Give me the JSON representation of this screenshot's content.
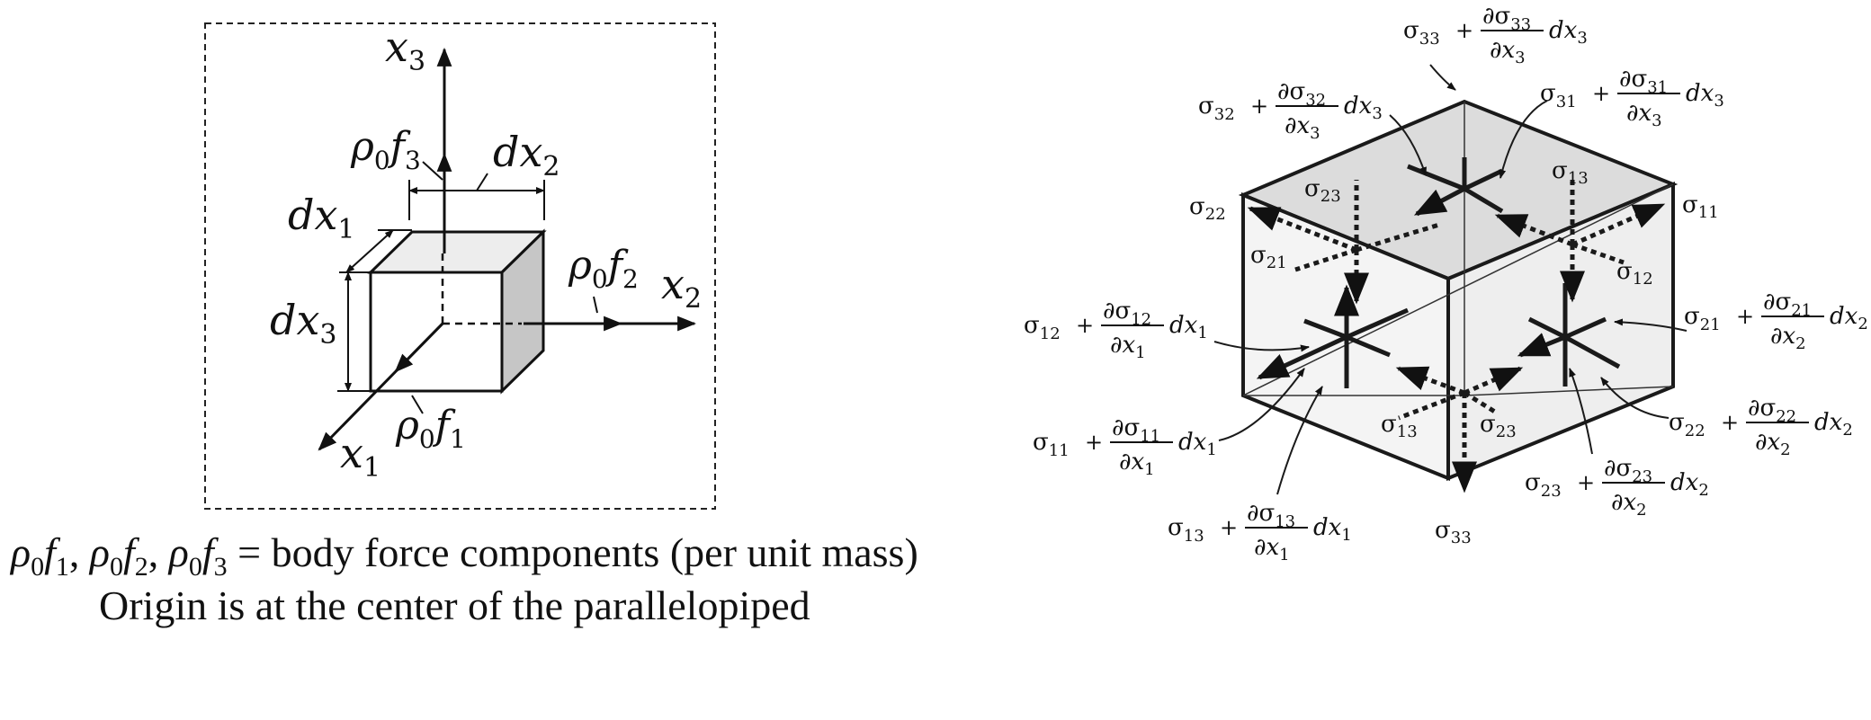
{
  "left_diagram": {
    "axes": {
      "x1": {
        "name": "x",
        "sub": "1"
      },
      "x2": {
        "name": "x",
        "sub": "2"
      },
      "x3": {
        "name": "x",
        "sub": "3"
      }
    },
    "dimensions": {
      "dx1": {
        "name": "dx",
        "sub": "1"
      },
      "dx2": {
        "name": "dx",
        "sub": "2"
      },
      "dx3": {
        "name": "dx",
        "sub": "3"
      }
    },
    "forces": {
      "f1": {
        "rho": "ρ",
        "rho_sub": "0",
        "f": "f",
        "f_sub": "1"
      },
      "f2": {
        "rho": "ρ",
        "rho_sub": "0",
        "f": "f",
        "f_sub": "2"
      },
      "f3": {
        "rho": "ρ",
        "rho_sub": "0",
        "f": "f",
        "f_sub": "3"
      }
    }
  },
  "caption": {
    "line1_rest": " = body force components (per unit mass)",
    "line2": "Origin is at the center of the parallelopiped"
  },
  "right_diagram": {
    "sigma": "σ",
    "partial": "∂",
    "plus": "+",
    "stress_labels": [
      "11",
      "12",
      "13",
      "21",
      "22",
      "23",
      "33"
    ],
    "increment_labels": [
      {
        "ij": "33",
        "var": "x",
        "k": "3"
      },
      {
        "ij": "32",
        "var": "x",
        "k": "3"
      },
      {
        "ij": "31",
        "var": "x",
        "k": "3"
      },
      {
        "ij": "12",
        "var": "x",
        "k": "1"
      },
      {
        "ij": "11",
        "var": "x",
        "k": "1"
      },
      {
        "ij": "13",
        "var": "x",
        "k": "1"
      },
      {
        "ij": "21",
        "var": "x",
        "k": "2"
      },
      {
        "ij": "22",
        "var": "x",
        "k": "2"
      },
      {
        "ij": "23",
        "var": "x",
        "k": "2"
      }
    ]
  }
}
